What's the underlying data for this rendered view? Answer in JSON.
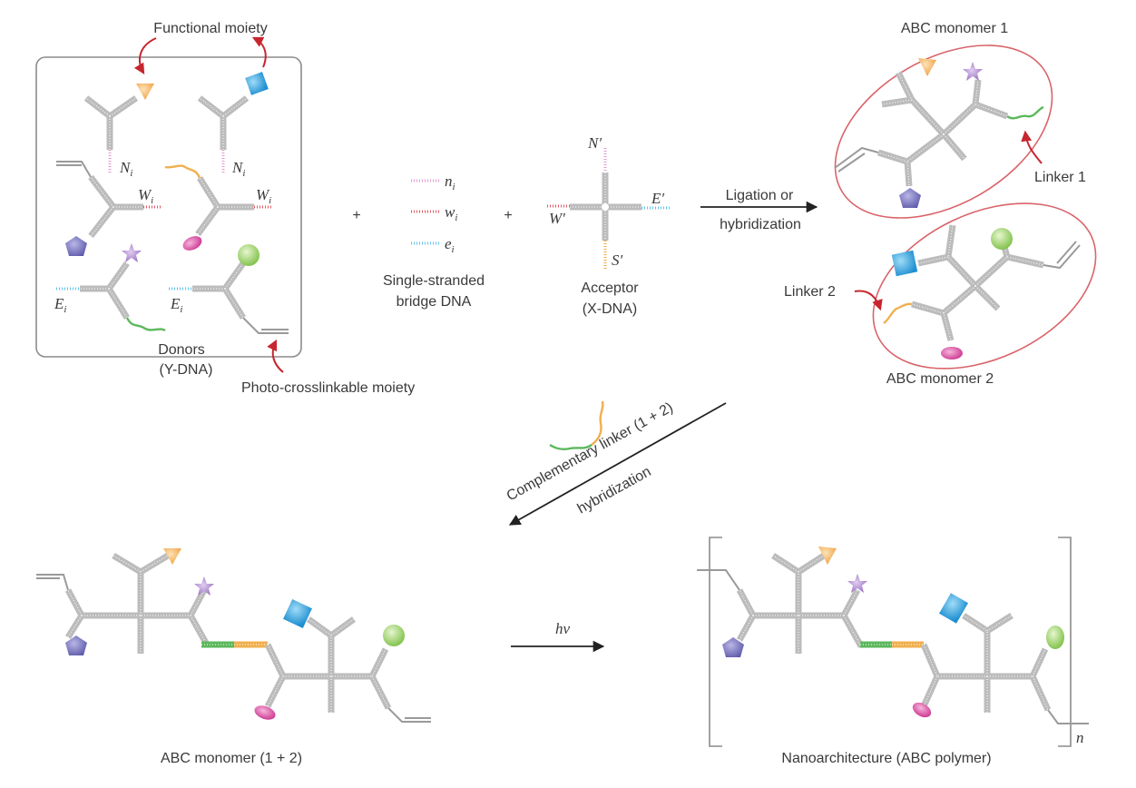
{
  "title": "DNA-based ABC polymer nanoarchitecture assembly scheme",
  "colors": {
    "orange_triangle": "#f0a64a",
    "blue_square": "#2a9fdc",
    "purple_pentagon": "#6d68b8",
    "purple_star": "#9b74c4",
    "pink_ellipse": "#d63c99",
    "green_sphere": "#8fcb5a",
    "linker_green": "#5cb85c",
    "linker_orange": "#f0b050",
    "sticky_pink": "#e49ad2",
    "sticky_red": "#e05a63",
    "sticky_cyan": "#5fc3e8",
    "sticky_orange": "#f0a64a",
    "callout_red": "#c7262e",
    "ellipse_border": "#d9646a"
  },
  "labels": {
    "functional_moiety": "Functional moiety",
    "donors_line1": "Donors",
    "donors_line2": "(Y-DNA)",
    "photo_crosslinkable": "Photo-crosslinkable moiety",
    "plus1": "+",
    "plus2": "+",
    "bridge_n": "n",
    "bridge_w": "w",
    "bridge_e": "e",
    "subscript_i": "i",
    "bridge_line1": "Single-stranded",
    "bridge_line2": "bridge DNA",
    "acceptor_line1": "Acceptor",
    "acceptor_line2": "(X-DNA)",
    "acceptor_N": "N′",
    "acceptor_W": "W′",
    "acceptor_E": "E′",
    "acceptor_S": "S′",
    "donor_N": "N",
    "donor_W": "W",
    "donor_E": "E",
    "ligation_line1": "Ligation or",
    "ligation_line2": "hybridization",
    "monomer1": "ABC monomer 1",
    "monomer2": "ABC monomer 2",
    "linker1": "Linker 1",
    "linker2": "Linker 2",
    "complementary_linker": "Complementary linker (1 + 2)",
    "hybridization": "hybridization",
    "monomer_combined": "ABC monomer (1 + 2)",
    "hv": "hv",
    "nanoarchitecture": "Nanoarchitecture (ABC polymer)",
    "repeat_n": "n"
  }
}
